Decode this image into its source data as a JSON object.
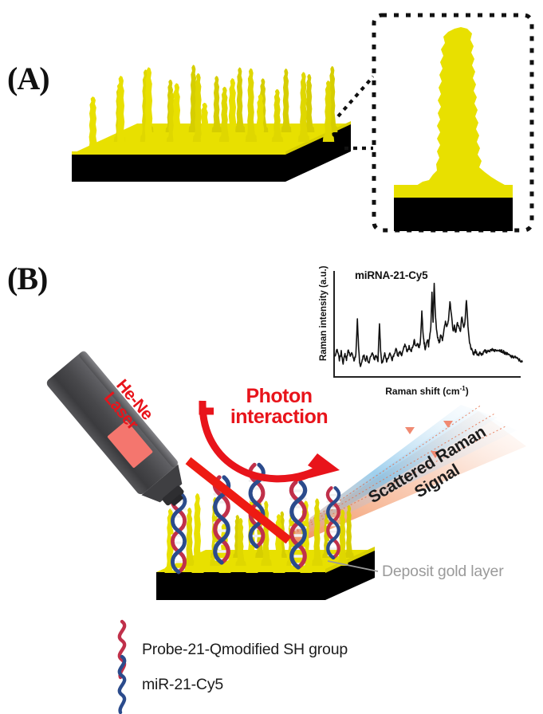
{
  "figure": {
    "panels": [
      {
        "id": "A",
        "label": "(A)"
      },
      {
        "id": "B",
        "label": "(B)"
      }
    ]
  },
  "panel_a": {
    "label": "(A)",
    "substrate_description": "gold-coated nanopillar array on black substrate",
    "inset_description": "magnified single gold nanopillar on gold layer over black substrate",
    "colors": {
      "gold": "#E8E000",
      "gold_shadow": "#D6CE00",
      "substrate": "#000000",
      "inset_border": "#111111"
    }
  },
  "panel_b": {
    "label": "(B)",
    "laser": {
      "name": "He-Ne Laser",
      "line1": "He-Ne",
      "line2": "Laser",
      "body_color": "#4a4a4d",
      "button_color": "#f4766e",
      "beam_color": "#ee1b12"
    },
    "photon_arrow": {
      "line1": "Photon",
      "line2": "interaction",
      "color": "#e8141b"
    },
    "scattered": {
      "line1": "Scattered Raman",
      "line2": "Signal",
      "color": "#1c1c1c",
      "cone_warm": "#f4a07a",
      "cone_cool": "#9cc8e8"
    },
    "callout": {
      "label": "Deposit gold layer",
      "color": "#9a9a9a"
    },
    "legend": [
      {
        "marker": "red-squiggle-icon",
        "color": "#C0304A",
        "label": "Probe-21-Qmodified SH group"
      },
      {
        "marker": "blue-squiggle-icon",
        "color": "#2B4B8C",
        "label": "miR-21-Cy5"
      }
    ],
    "dna": {
      "strand_a_color": "#C0304A",
      "strand_b_color": "#2B4B8C",
      "rung_color": "#f2f2f2"
    }
  },
  "chart_data": {
    "type": "line",
    "title": "miRNA-21-Cy5",
    "xlabel": "Raman shift (cm-1)",
    "xlabel_base": "Raman shift (cm",
    "xlabel_sup": "-1",
    "xlabel_tail": ")",
    "ylabel": "Raman intensity (a.u.)",
    "grid": false,
    "legend": null,
    "xticks": [],
    "yticks": [],
    "xlim": [
      0,
      100
    ],
    "ylim": [
      0,
      100
    ],
    "series": [
      {
        "name": "miRNA-21-Cy5",
        "x": [
          0,
          1.2,
          2.4,
          3.4,
          4.4,
          5.4,
          6.2,
          7.2,
          8.2,
          9.2,
          10.2,
          11.2,
          12.0,
          12.6,
          13.2,
          13.8,
          14.6,
          15.4,
          16.2,
          17.0,
          18.0,
          19.0,
          20.0,
          21.0,
          22.0,
          23.0,
          23.8,
          24.4,
          25.0,
          25.8,
          26.6,
          27.6,
          28.6,
          29.6,
          30.6,
          31.6,
          32.6,
          33.6,
          34.6,
          35.6,
          36.6,
          37.6,
          38.6,
          39.6,
          40.6,
          41.6,
          42.4,
          43.2,
          44.0,
          44.8,
          45.6,
          46.4,
          47.0,
          47.6,
          48.2,
          48.8,
          49.4,
          50.0,
          50.6,
          51.2,
          51.8,
          52.4,
          53.0,
          53.6,
          54.2,
          55.0,
          55.8,
          56.6,
          57.4,
          58.2,
          59.0,
          59.8,
          60.6,
          61.4,
          62.2,
          63.0,
          63.8,
          64.6,
          65.4,
          66.2,
          67.0,
          67.8,
          68.6,
          69.4,
          70.2,
          71.0,
          71.8,
          72.6,
          73.4,
          74.2,
          75.0,
          75.8,
          76.6,
          77.4,
          78.2,
          79.0,
          80.0,
          81.0,
          82.0,
          83.0,
          84.0,
          85.0,
          86.0,
          87.0,
          88.0,
          89.0,
          90.0,
          91.0,
          92.0,
          93.0,
          94.0,
          95.0,
          96.0,
          97.0,
          98.0,
          99.0,
          100.0
        ],
        "y": [
          20,
          26,
          17,
          24,
          14,
          22,
          17,
          27,
          19,
          24,
          16,
          21,
          55,
          30,
          14,
          11,
          17,
          22,
          15,
          20,
          14,
          19,
          24,
          17,
          21,
          16,
          52,
          26,
          13,
          17,
          22,
          15,
          19,
          23,
          17,
          22,
          27,
          20,
          25,
          21,
          27,
          31,
          24,
          29,
          24,
          30,
          35,
          29,
          33,
          28,
          33,
          62,
          44,
          33,
          27,
          31,
          36,
          30,
          40,
          47,
          79,
          52,
          88,
          60,
          44,
          37,
          33,
          41,
          36,
          44,
          52,
          48,
          55,
          71,
          58,
          44,
          48,
          42,
          52,
          47,
          44,
          58,
          47,
          52,
          73,
          48,
          33,
          28,
          24,
          22,
          25,
          23,
          21,
          24,
          22,
          23,
          25,
          24,
          26,
          25,
          27,
          26,
          25,
          27,
          26,
          25,
          24,
          23,
          22,
          21,
          20,
          19,
          20,
          18,
          17,
          16,
          15
        ]
      }
    ],
    "notes": "SERS spectrum of miRNA-21 labelled with Cy5 acquired on gold nanopillar substrate; axes unlabelled ticks, arbitrary units"
  }
}
